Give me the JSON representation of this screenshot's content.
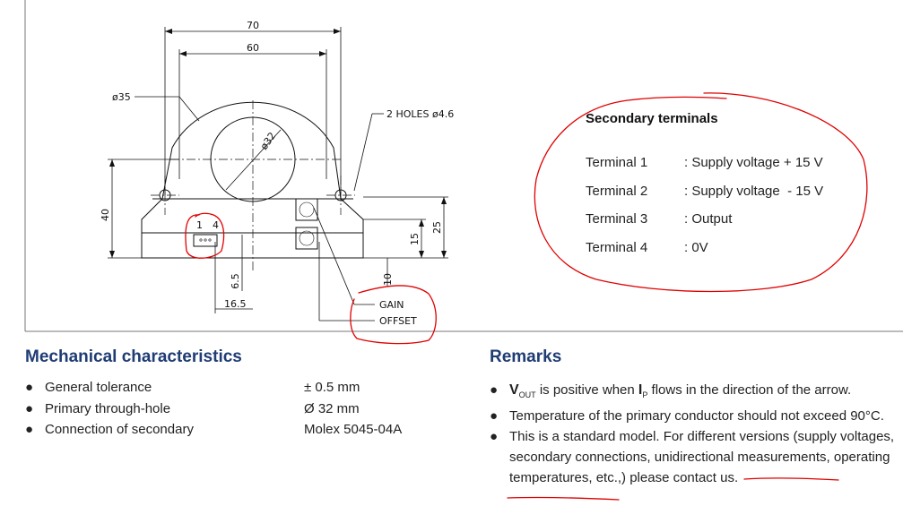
{
  "drawing": {
    "dims": {
      "w70": "70",
      "w60": "60",
      "d35": "ø35",
      "d32": "ø32",
      "holes": "2 HOLES ø4.6",
      "h40": "40",
      "h25": "25",
      "h15": "15",
      "h10": "10",
      "w6_5": "6.5",
      "w16_5": "16.5",
      "pin1": "1",
      "pin4": "4"
    },
    "gain_label": "GAIN",
    "offset_label": "OFFSET"
  },
  "secondary": {
    "title": "Secondary terminals",
    "terminals": [
      {
        "label": "Terminal 1",
        "value": ": Supply voltage + 15 V"
      },
      {
        "label": "Terminal 2",
        "value": ": Supply voltage  - 15 V"
      },
      {
        "label": "Terminal 3",
        "value": ": Output"
      },
      {
        "label": "Terminal 4",
        "value": ": 0V"
      }
    ]
  },
  "mechanical": {
    "title": "Mechanical characteristics",
    "bullet": "●",
    "rows": [
      {
        "key": "General tolerance",
        "value": "± 0.5 mm"
      },
      {
        "key": "Primary through-hole",
        "value": "Ø 32 mm"
      },
      {
        "key": "Connection of secondary",
        "value": "Molex 5045-04A"
      }
    ]
  },
  "remarks": {
    "title": "Remarks",
    "bullet": "●",
    "r1": {
      "v": "V",
      "sub_out": "OUT",
      "mid": " is positive when ",
      "i": "I",
      "sub_p": "P",
      "end": " flows in the direction of the arrow."
    },
    "r2": "Temperature of the primary conductor should not exceed 90°C.",
    "r3": "This is a standard model. For different versions (supply voltages, secondary connections, unidirectional measurements, operating temperatures, etc.,) please contact us."
  },
  "colors": {
    "heading": "#1f3c73",
    "annotation": "#e00000"
  }
}
